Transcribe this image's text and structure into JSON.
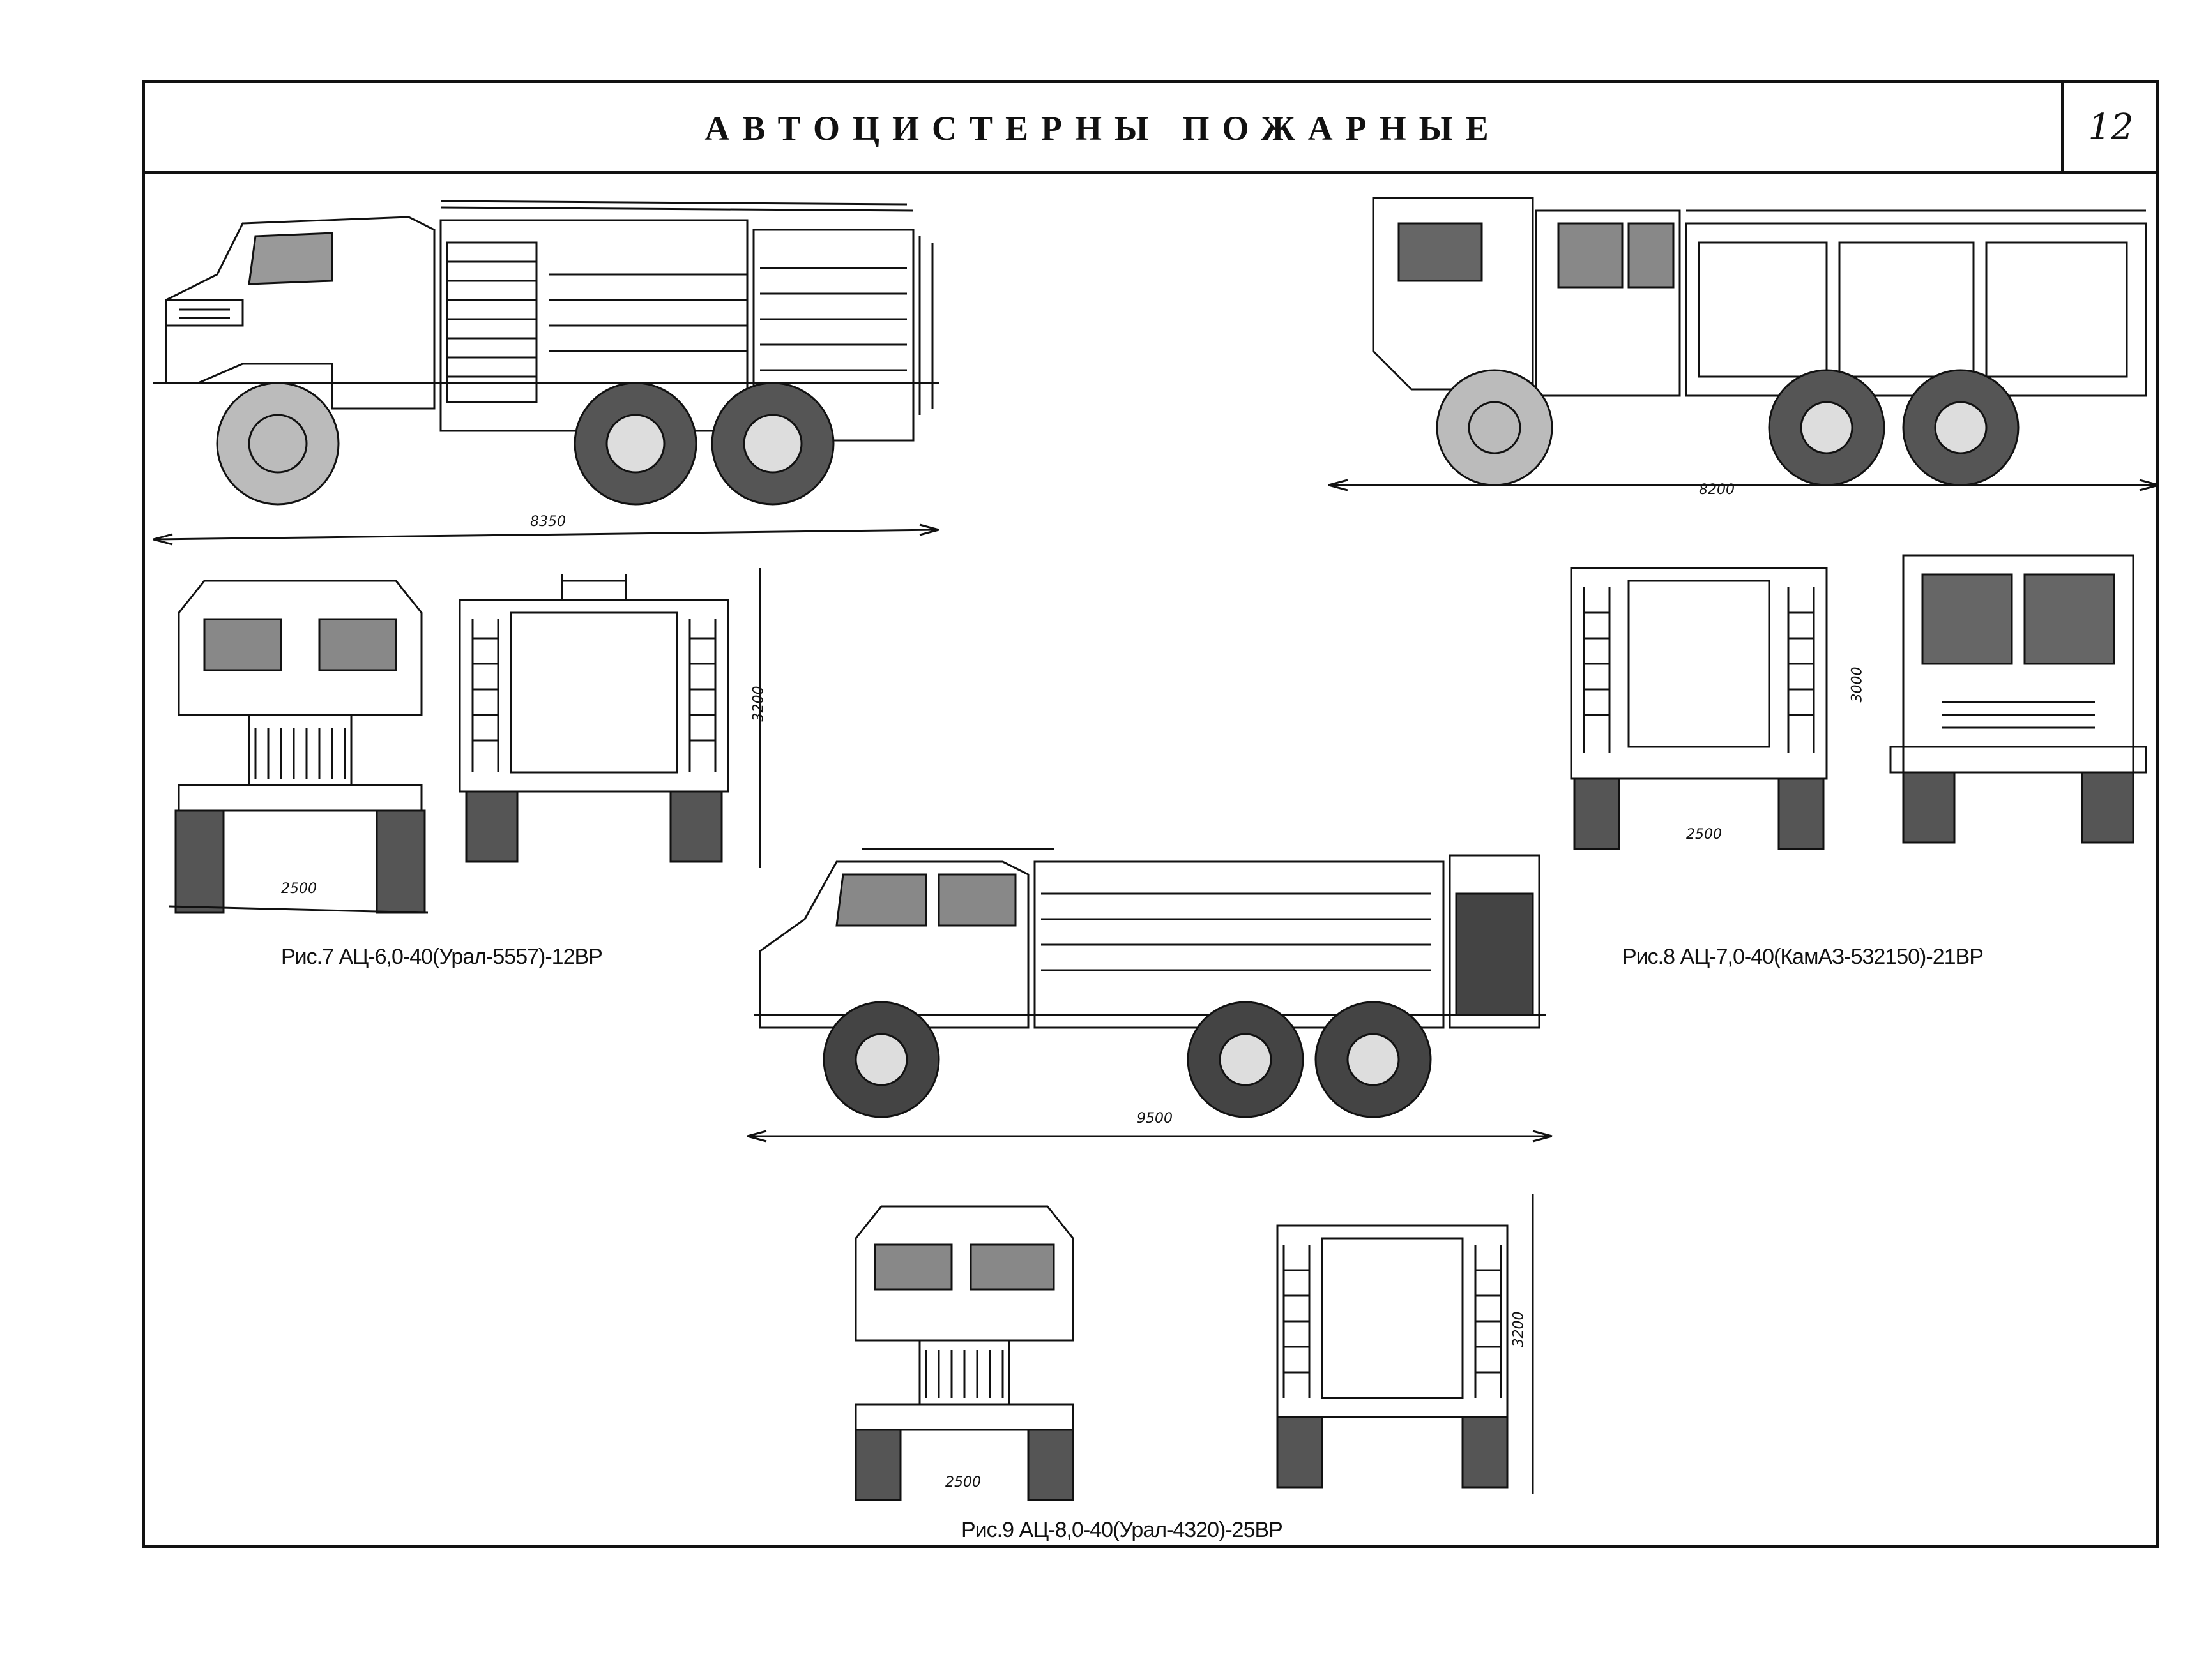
{
  "header": {
    "title": "АВТОЦИСТЕРНЫ ПОЖАРНЫЕ",
    "page_number": "12"
  },
  "figures": [
    {
      "caption": "Рис.7 АЦ-6,0-40(Урал-5557)-12ВР",
      "side_length": "8350",
      "front_width": "2500",
      "height": "3200"
    },
    {
      "caption": "Рис.8 АЦ-7,0-40(КамАЗ-532150)-21ВР",
      "side_length": "8200",
      "front_width": "2500",
      "height": "3000"
    },
    {
      "caption": "Рис.9 АЦ-8,0-40(Урал-4320)-25ВР",
      "side_length": "9500",
      "front_width": "2500",
      "height": "3200"
    }
  ]
}
